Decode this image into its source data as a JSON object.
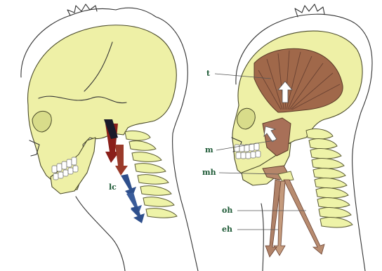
{
  "labels": {
    "lc": "lc",
    "t": "t",
    "m": "m",
    "mh": "mh",
    "oh": "oh",
    "eh": "eh"
  },
  "colors": {
    "bone": "#eef0a6",
    "muscle": "#a0684a",
    "arrow_red": "#8a1f1a",
    "arrow_blue": "#2e4f8c",
    "label": "#1e5a36"
  }
}
